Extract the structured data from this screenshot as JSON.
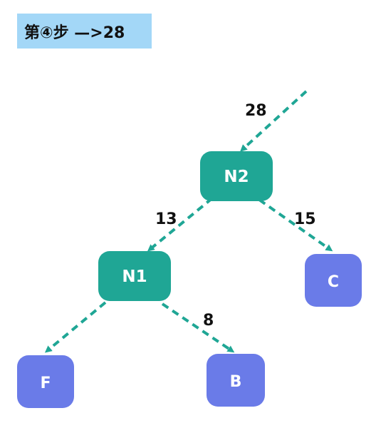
{
  "step_title": "第④步 —>28",
  "colors": {
    "internal_node": "#1fa695",
    "leaf_node": "#6a7be8",
    "edge": "#1fa695",
    "banner": "#a3d7f7"
  },
  "nodes": {
    "n2": {
      "label": "N2",
      "kind": "internal"
    },
    "n1": {
      "label": "N1",
      "kind": "internal"
    },
    "c": {
      "label": "C",
      "kind": "leaf"
    },
    "f": {
      "label": "F",
      "kind": "leaf"
    },
    "b": {
      "label": "B",
      "kind": "leaf"
    }
  },
  "edges": {
    "root_in": {
      "from": "",
      "to": "n2",
      "weight": "28"
    },
    "n2_n1": {
      "from": "n2",
      "to": "n1",
      "weight": "13"
    },
    "n2_c": {
      "from": "n2",
      "to": "c",
      "weight": "15"
    },
    "n1_f": {
      "from": "n1",
      "to": "f",
      "weight": ""
    },
    "n1_b": {
      "from": "n1",
      "to": "b",
      "weight": "8"
    }
  }
}
